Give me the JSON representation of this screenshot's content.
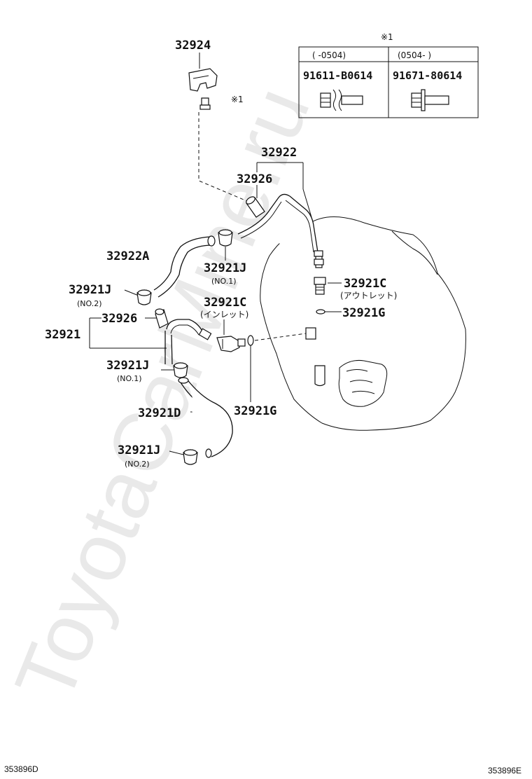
{
  "watermark": "ToyotaCarMine.ru",
  "footer": {
    "left_code": "353896D",
    "right_code": "353896E"
  },
  "table": {
    "note_mark": "※1",
    "headers": [
      "(     -0504)",
      "(0504-     )"
    ],
    "parts": [
      "91611-B0614",
      "91671-80614"
    ]
  },
  "labels": {
    "p32924": "32924",
    "note1": "※1",
    "p32922": "32922",
    "p32926_top": "32926",
    "p32922A": "32922A",
    "p32921J_no1_top": "32921J",
    "no1_top": "(NO.1)",
    "p32921J_no2_top": "32921J",
    "no2_top": "(NO.2)",
    "p32921C_outlet": "32921C",
    "outlet_jp": "(アウトレット)",
    "p32921C_inlet": "32921C",
    "inlet_jp": "(インレット)",
    "p32921G_right": "32921G",
    "p32921": "32921",
    "p32926_mid": "32926",
    "p32921J_no1_mid": "32921J",
    "no1_mid": "(NO.1)",
    "p32921G_bottom": "32921G",
    "p32921D": "32921D",
    "p32921J_no2_bottom": "32921J",
    "no2_bottom": "(NO.2)"
  }
}
